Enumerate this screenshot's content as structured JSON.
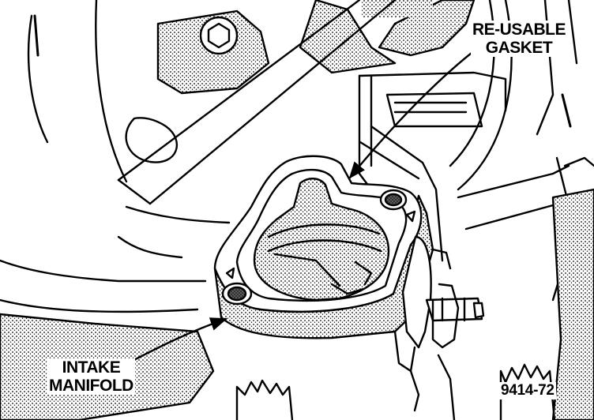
{
  "labels": {
    "gasket_line1": "RE-USABLE",
    "gasket_line2": "GASKET",
    "manifold_line1": "INTAKE",
    "manifold_line2": "MANIFOLD"
  },
  "figure_number": "9414-72",
  "style": {
    "ink": "#000000",
    "paper": "#ffffff",
    "stipple": "#8a8a8a"
  }
}
